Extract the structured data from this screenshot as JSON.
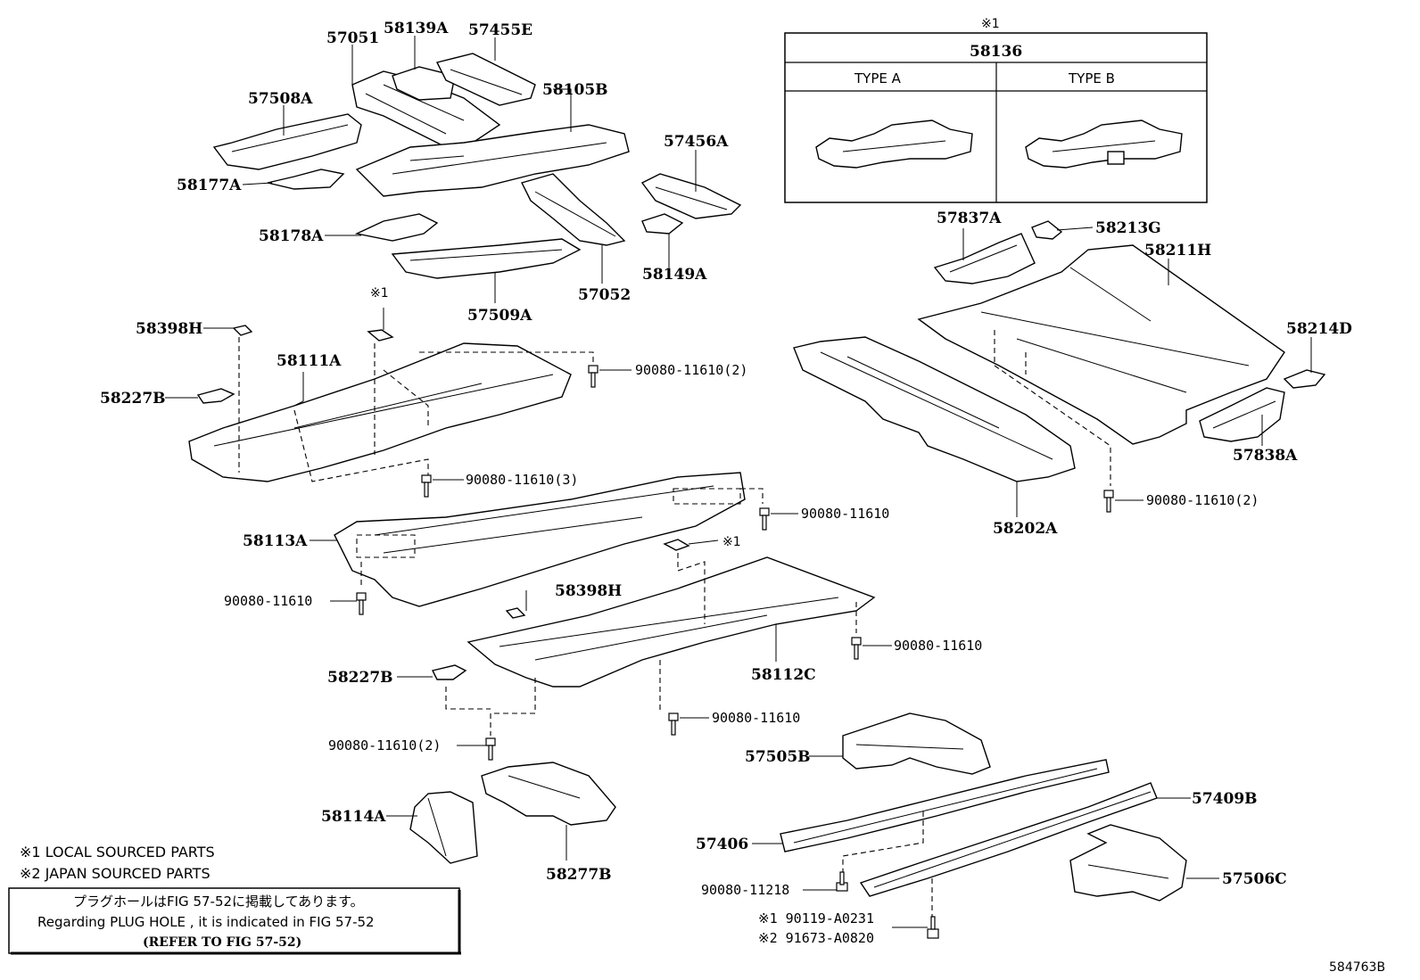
{
  "figure_id": "584763B",
  "inset": {
    "marker": "※1",
    "part_no": "58136",
    "type_a": "TYPE  A",
    "type_b": "TYPE  B"
  },
  "parts": {
    "p57051": "57051",
    "p58139A": "58139A",
    "p57455E": "57455E",
    "p57508A": "57508A",
    "p58105B": "58105B",
    "p57456A": "57456A",
    "p58177A": "58177A",
    "p58178A": "58178A",
    "p58149A": "58149A",
    "p57052": "57052",
    "p57509A": "57509A",
    "p58398H_top": "58398H",
    "p58111A": "58111A",
    "p58227B_top": "58227B",
    "p58113A": "58113A",
    "p58398H_mid": "58398H",
    "p58227B_mid": "58227B",
    "p58112C": "58112C",
    "p58114A": "58114A",
    "p58277B": "58277B",
    "p57837A": "57837A",
    "p58213G": "58213G",
    "p58211H": "58211H",
    "p58214D": "58214D",
    "p57838A": "57838A",
    "p58202A": "58202A",
    "p57505B": "57505B",
    "p57409B": "57409B",
    "p57406": "57406",
    "p57506C": "57506C"
  },
  "markers": {
    "local_top": "※1",
    "local_mid": "※1"
  },
  "bolts": {
    "b1": "90080-11610(2)",
    "b2": "90080-11610(3)",
    "b3": "90080-11610",
    "b4": "90080-11610",
    "b5": "90080-11610",
    "b6": "90080-11610",
    "b7": "90080-11610(2)",
    "b8": "90080-11610(2)",
    "b9": "90080-11218",
    "b10": "※1 90119-A0231",
    "b11": "※2 91673-A0820"
  },
  "legend": {
    "note1": "※1 LOCAL SOURCED PARTS",
    "note2": "※2 JAPAN SOURCED PARTS"
  },
  "notice": {
    "line1": "プラグホールはFIG 57-52に掲載してあります。",
    "line2": "Regarding  PLUG HOLE , it is indicated in FIG  57-52",
    "line3": "(REFER TO FIG 57-52)"
  }
}
